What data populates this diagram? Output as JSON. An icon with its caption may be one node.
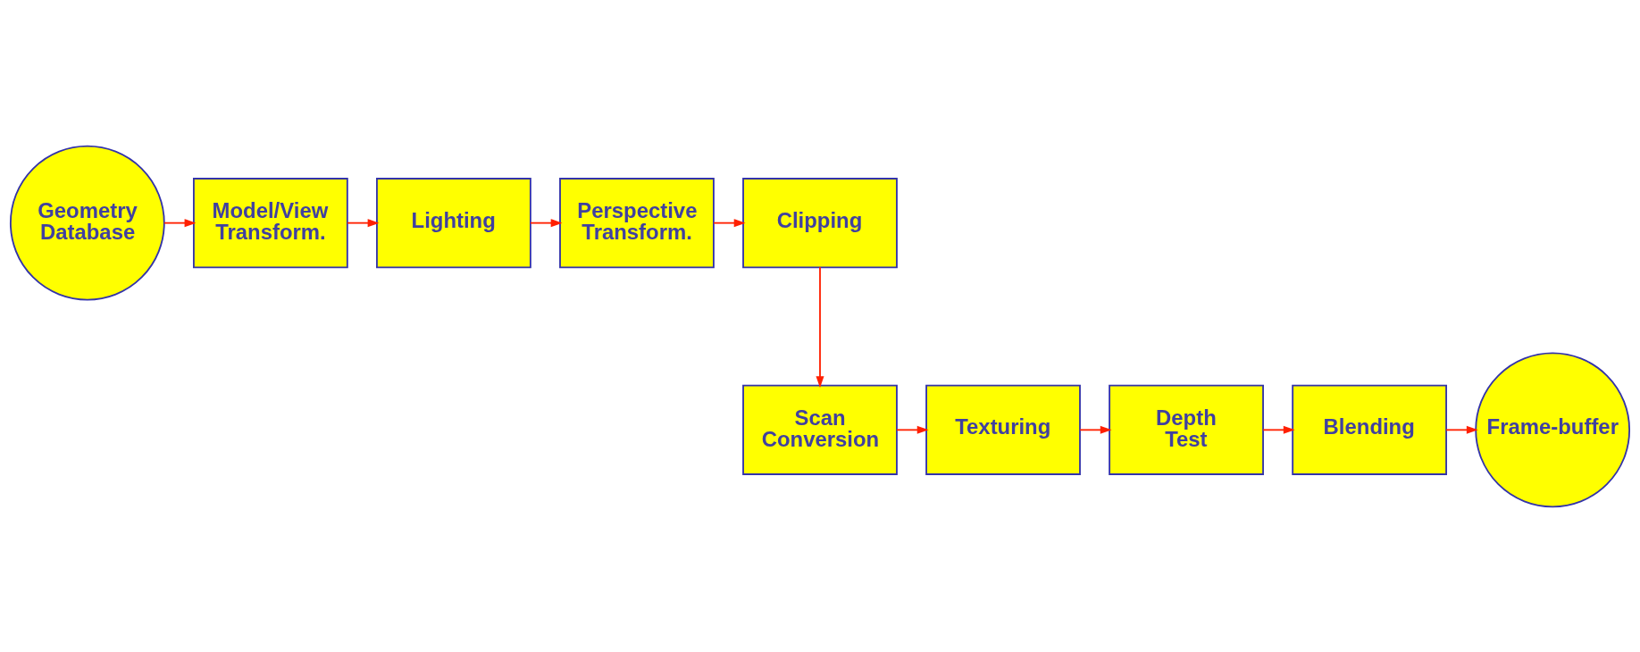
{
  "diagram": {
    "nodes": [
      {
        "text": [
          "Geometry Database"
        ]
      },
      {
        "text": [
          "Model/View Transform."
        ]
      },
      {
        "text": [
          "Lighting"
        ]
      },
      {
        "text": [
          "Perspective Transform."
        ]
      },
      {
        "text": [
          "Clipping"
        ]
      },
      {
        "text": [
          "Scan Conversion"
        ]
      },
      {
        "text": [
          "Texturing"
        ]
      },
      {
        "text": [
          "Depth Test"
        ]
      },
      {
        "text": [
          "Blending"
        ]
      },
      {
        "text": [
          "Frame-buffer"
        ]
      }
    ],
    "edges": [
      {
        "from": 0,
        "to": 1,
        "arrow": "to"
      },
      {
        "from": 1,
        "to": 2,
        "arrow": "to"
      },
      {
        "from": 2,
        "to": 3,
        "arrow": "to"
      },
      {
        "from": 3,
        "to": 4,
        "arrow": "to"
      },
      {
        "from": 4,
        "to": 5,
        "arrow": "to"
      },
      {
        "from": 5,
        "to": 6,
        "arrow": "to"
      },
      {
        "from": 6,
        "to": 7,
        "arrow": "to"
      },
      {
        "from": 7,
        "to": 8,
        "arrow": "to"
      },
      {
        "from": 8,
        "to": 9,
        "arrow": "to"
      }
    ]
  }
}
